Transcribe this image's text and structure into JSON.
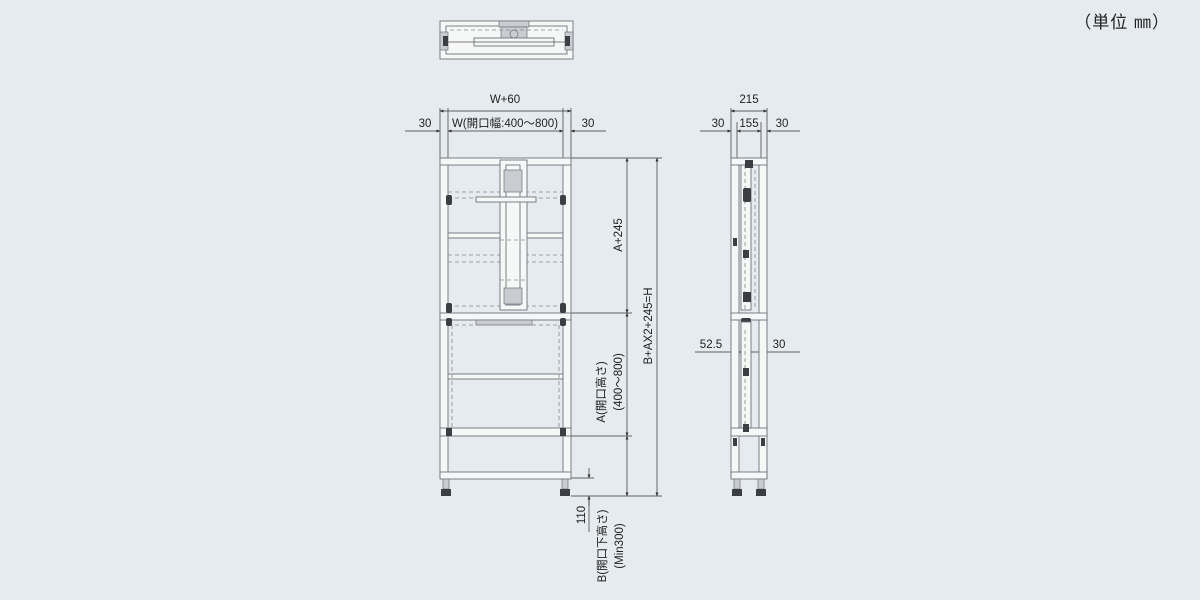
{
  "unit_label": "（単位 ㎜）",
  "front": {
    "overall_width": "W+60",
    "left_margin": "30",
    "opening_width": "W(開口幅:400～800)",
    "right_margin": "30",
    "upper_height": "A+245",
    "opening_height_1": "A(開口高さ)",
    "opening_height_2": "(400～800)",
    "total_height": "B+AX2+245=H",
    "foot_height": "110",
    "lower_height_1": "B(開口下高さ)",
    "lower_height_2": "(Min300)"
  },
  "side": {
    "depth_total": "215",
    "depth_left": "30",
    "depth_mid": "155",
    "depth_right": "30",
    "offset_left": "52.5",
    "offset_right": "30"
  }
}
